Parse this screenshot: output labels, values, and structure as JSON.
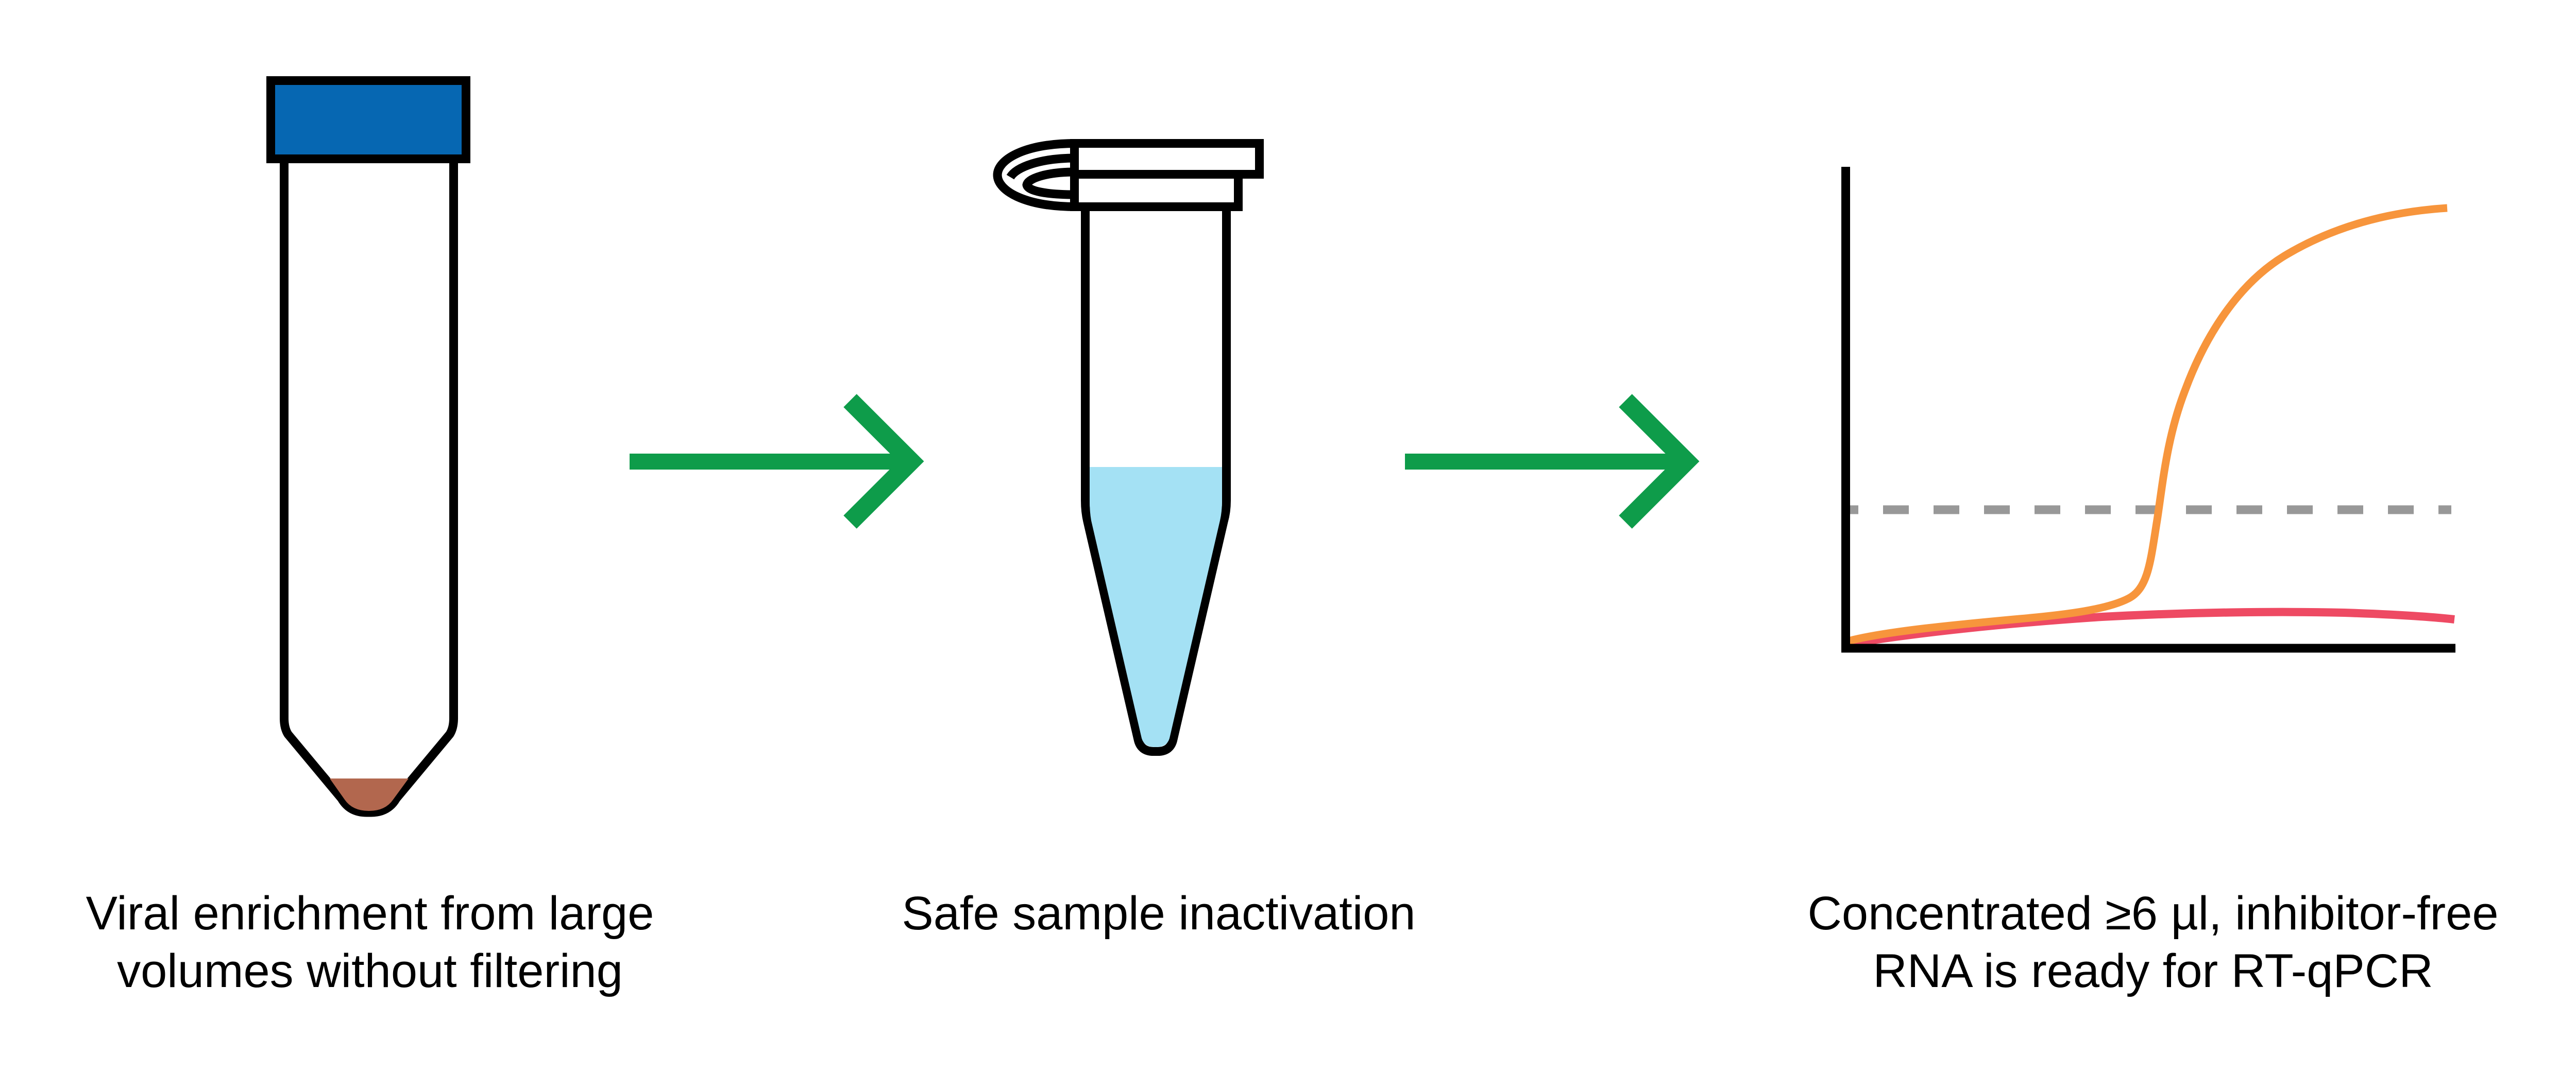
{
  "figure": {
    "background": "#ffffff",
    "description_names": [
      "conical-tube-with-pellet",
      "right-arrow",
      "open-microcentrifuge-tube-with-liquid",
      "right-arrow",
      "qpcr-amplification-plot"
    ]
  },
  "colors": {
    "outline": "#000000",
    "cap_blue": "#0667b2",
    "pellet_brown": "#b2674e",
    "liquid_blue": "#a4e1f4",
    "arrow_green": "#0e9c4a",
    "curve_orange": "#f7953c",
    "curve_pink": "#ee4a63",
    "threshold_gray": "#989898",
    "text": "#000000",
    "bg": "#ffffff"
  },
  "steps": [
    {
      "icon": "conical-centrifuge-tube-with-blue-cap-and-pellet",
      "caption_line1": "Viral enrichment from large",
      "caption_line2": "volumes without filtering"
    },
    {
      "icon": "open-microcentrifuge-tube-with-liquid",
      "caption_line1": "Safe sample inactivation",
      "caption_line2": ""
    },
    {
      "icon": "qpcr-amplification-plot",
      "caption_line1": "Concentrated ≥6 µl, inhibitor-free",
      "caption_line2": "RNA is ready for RT-qPCR"
    }
  ],
  "connectors": [
    {
      "icon": "right-arrow"
    },
    {
      "icon": "right-arrow"
    }
  ],
  "qpcr_plot": {
    "type": "line",
    "axes_labeled": false,
    "series": [
      {
        "name": "amplified-sample-curve",
        "color": "#f7953c",
        "shape": "sigmoid rising to plateau"
      },
      {
        "name": "non-amplified-control-curve",
        "color": "#ee4a63",
        "shape": "flat near baseline"
      }
    ],
    "threshold_line": {
      "style": "dashed",
      "color": "#989898",
      "orientation": "horizontal"
    }
  }
}
